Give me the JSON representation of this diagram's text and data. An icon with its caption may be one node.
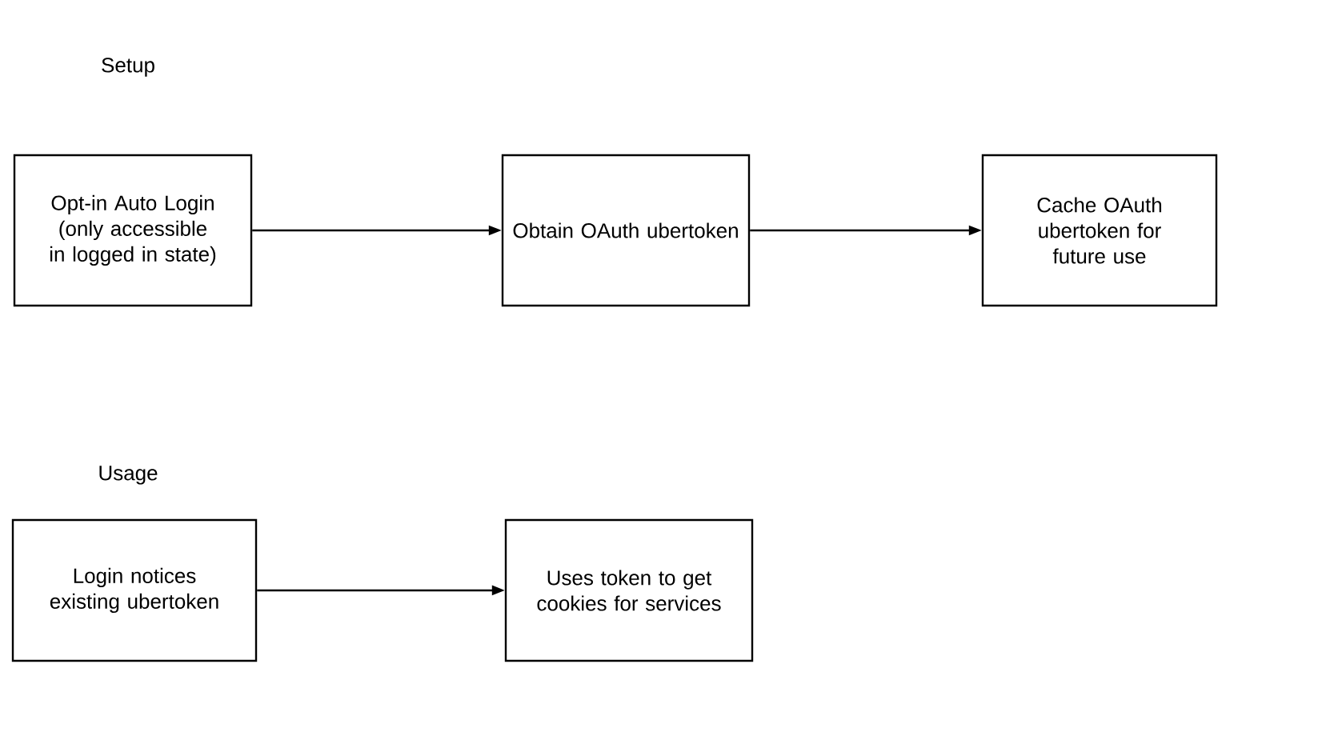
{
  "diagram": {
    "nodes": [
      {
        "text": [
          "Opt-in Auto Login (only accessible in logged in state)"
        ]
      },
      {
        "text": [
          "Obtain OAuth ubertoken"
        ]
      },
      {
        "text": [
          "Cache OAuth ubertoken for future use"
        ]
      },
      {
        "text": [
          "Login notices existing ubertoken"
        ]
      },
      {
        "text": [
          "Uses token to get cookies for services"
        ]
      }
    ],
    "edges": [
      {
        "from": 0,
        "to": 1,
        "arrow": "to"
      },
      {
        "from": 1,
        "to": 2,
        "arrow": "to"
      },
      {
        "from": 3,
        "to": 4,
        "arrow": "to"
      }
    ],
    "labels": [
      "Setup",
      "Usage"
    ]
  }
}
